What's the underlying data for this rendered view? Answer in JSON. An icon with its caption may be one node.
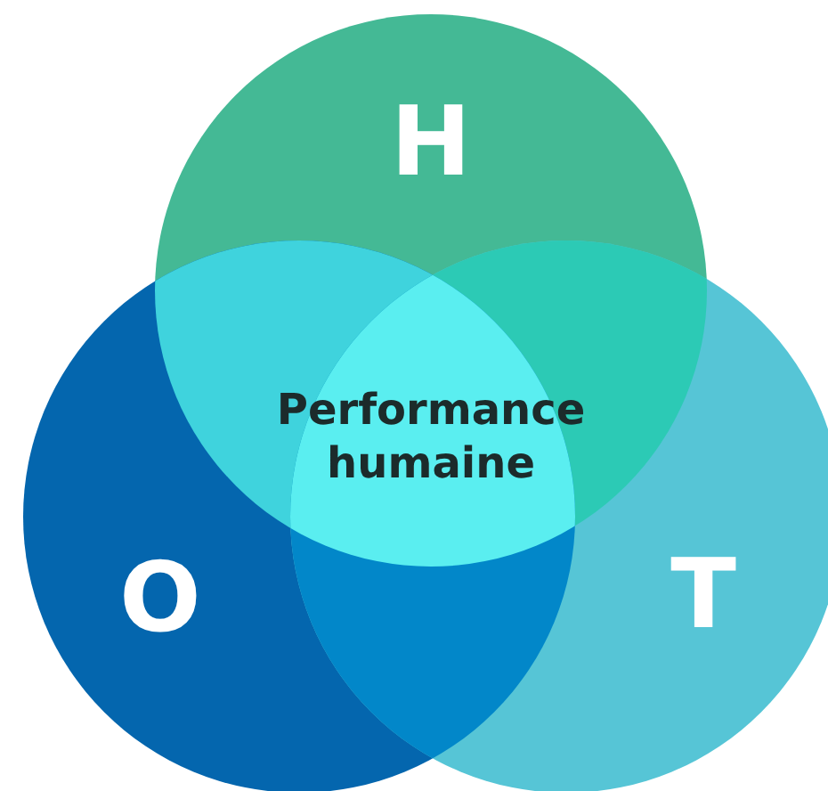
{
  "diagram": {
    "nodes": [
      {
        "text": [
          "H"
        ]
      },
      {
        "text": [
          "O"
        ]
      },
      {
        "text": [
          "T"
        ]
      }
    ],
    "labels": [
      "Performance humaine"
    ]
  }
}
